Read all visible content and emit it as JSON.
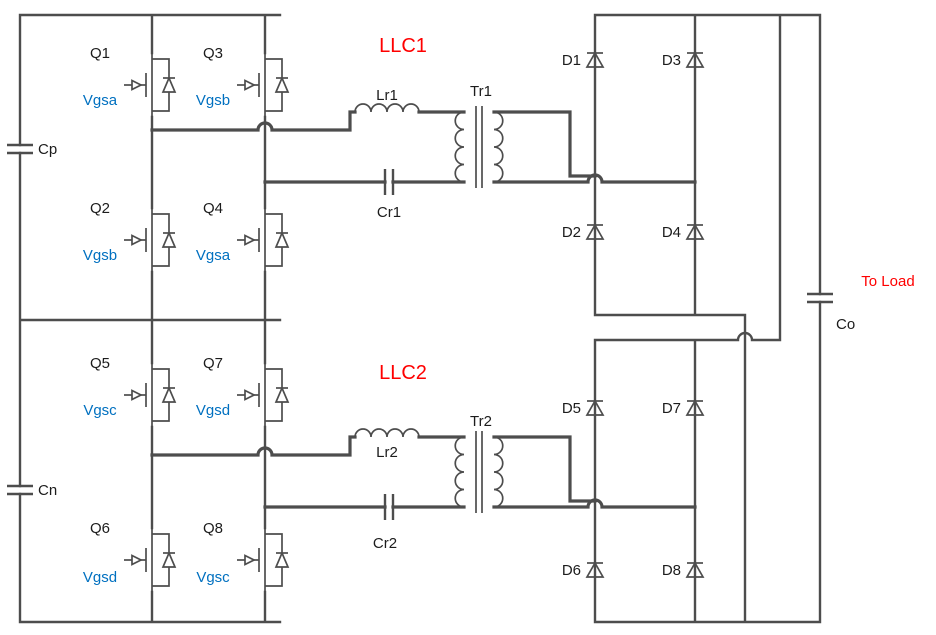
{
  "labels": {
    "llc1": "LLC1",
    "llc2": "LLC2",
    "to_load": "To Load"
  },
  "mosfets": {
    "q1": {
      "name": "Q1",
      "gate": "Vgsa"
    },
    "q2": {
      "name": "Q2",
      "gate": "Vgsb"
    },
    "q3": {
      "name": "Q3",
      "gate": "Vgsb"
    },
    "q4": {
      "name": "Q4",
      "gate": "Vgsa"
    },
    "q5": {
      "name": "Q5",
      "gate": "Vgsc"
    },
    "q6": {
      "name": "Q6",
      "gate": "Vgsd"
    },
    "q7": {
      "name": "Q7",
      "gate": "Vgsd"
    },
    "q8": {
      "name": "Q8",
      "gate": "Vgsc"
    }
  },
  "diodes": {
    "d1": "D1",
    "d2": "D2",
    "d3": "D3",
    "d4": "D4",
    "d5": "D5",
    "d6": "D6",
    "d7": "D7",
    "d8": "D8"
  },
  "capacitors": {
    "cp": "Cp",
    "cn": "Cn",
    "co": "Co",
    "cr1": "Cr1",
    "cr2": "Cr2"
  },
  "inductors": {
    "lr1": "Lr1",
    "lr2": "Lr2"
  },
  "transformers": {
    "tr1": "Tr1",
    "tr2": "Tr2"
  },
  "colors": {
    "wire": "#4d4d4d",
    "component_text": "#1c1c1c",
    "gate_label_blue": "#0070c0",
    "accent_red": "#ff0000",
    "background": "#ffffff"
  }
}
